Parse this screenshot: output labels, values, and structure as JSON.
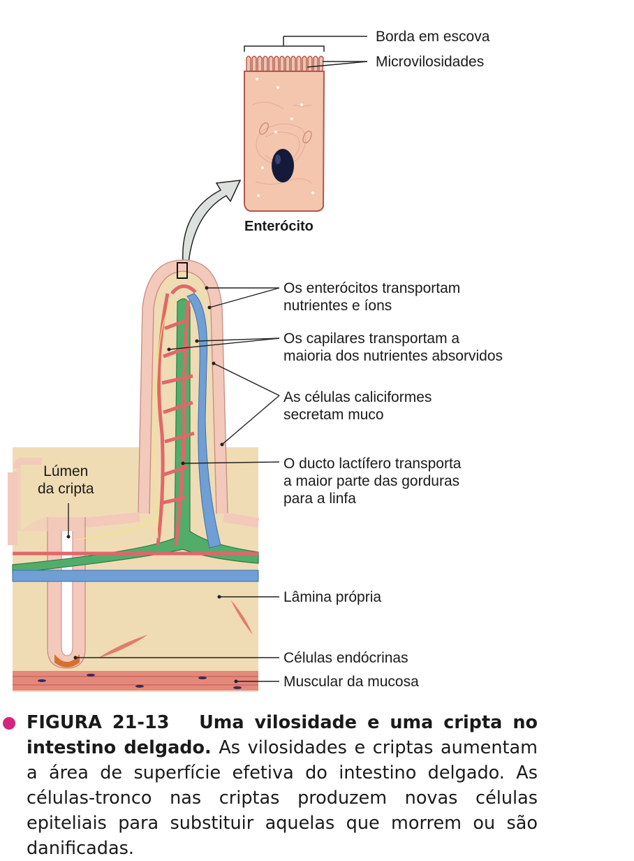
{
  "labels": {
    "brush_border": "Borda em escova",
    "microvilli": "Microvilosidades",
    "enterocyte": "Enterócito",
    "enterocytes_transport": [
      "Os enterócitos transportam",
      "nutrientes e íons"
    ],
    "capillaries": [
      "Os capilares transportam a",
      "maioria dos nutrientes absorvidos"
    ],
    "goblet_cells": [
      "As células caliciformes",
      "secretam muco"
    ],
    "lacteal": [
      "O ducto lactífero transporta",
      "a maior parte das gorduras",
      "para a linfa"
    ],
    "crypt_lumen": [
      "Lúmen",
      "da cripta"
    ],
    "lamina_propria": "Lâmina própria",
    "endocrine_cells": "Células endócrinas",
    "muscularis_mucosae": "Muscular da mucosa"
  },
  "caption": {
    "figure_number": "FIGURA 21-13",
    "title": "Uma vilosidade e uma cripta no intestino delgado.",
    "body": "As vilosidades e criptas aumentam a área de superfície efetiva do intestino delgado. As células-tronco nas criptas produzem novas células epiteliais para substituir aquelas que morrem ou são danificadas.",
    "bullet_color": "#d6247c"
  },
  "colors": {
    "lamina": "#efdcb4",
    "epithelium": "#f2c9bb",
    "capillary": "#e0676a",
    "lymph": "#52ad6a",
    "vein": "#6f9fd4",
    "muscle": "#e3897c"
  }
}
